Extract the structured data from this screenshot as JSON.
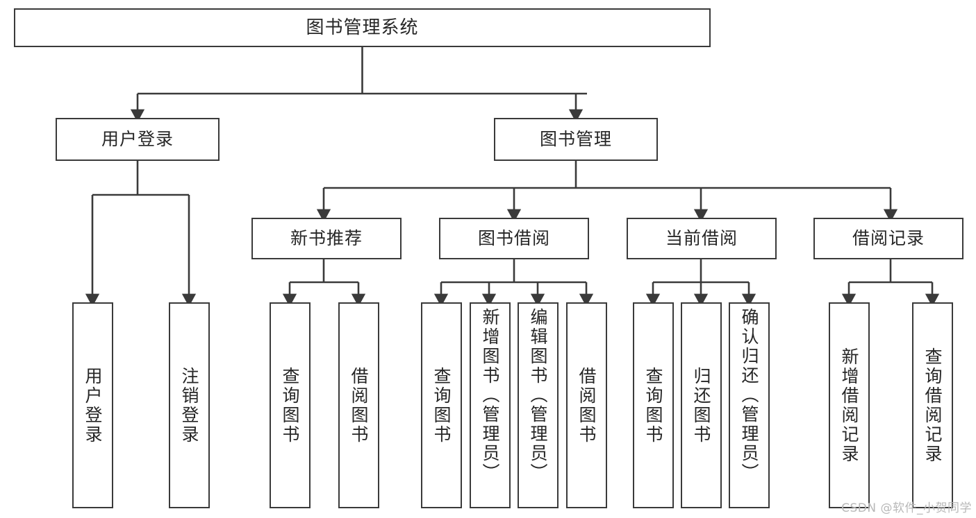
{
  "diagram": {
    "title": "图书管理系统",
    "type": "tree-hierarchy",
    "root": {
      "label": "图书管理系统"
    },
    "level2": [
      {
        "label": "用户登录"
      },
      {
        "label": "图书管理"
      }
    ],
    "level3": [
      {
        "label": "新书推荐"
      },
      {
        "label": "图书借阅"
      },
      {
        "label": "当前借阅"
      },
      {
        "label": "借阅记录"
      }
    ],
    "leaves": {
      "user_login": [
        {
          "label": "用户登录"
        },
        {
          "label": "注销登录"
        }
      ],
      "new_book_recommend": [
        {
          "label": "查询图书"
        },
        {
          "label": "借阅图书"
        }
      ],
      "book_borrow": [
        {
          "label": "查询图书"
        },
        {
          "label": "新增图书（管理员）"
        },
        {
          "label": "编辑图书（管理员）"
        },
        {
          "label": "借阅图书"
        }
      ],
      "current_borrow": [
        {
          "label": "查询图书"
        },
        {
          "label": "归还图书"
        },
        {
          "label": "确认归还（管理员）"
        }
      ],
      "borrow_record": [
        {
          "label": "新增借阅记录"
        },
        {
          "label": "查询借阅记录"
        }
      ]
    }
  },
  "watermark": {
    "text": "CSDN @软件_小贺同学"
  },
  "colors": {
    "border": "#3a3a3a",
    "text": "#262626",
    "background": "#ffffff",
    "watermark": "#b8b8b8"
  }
}
